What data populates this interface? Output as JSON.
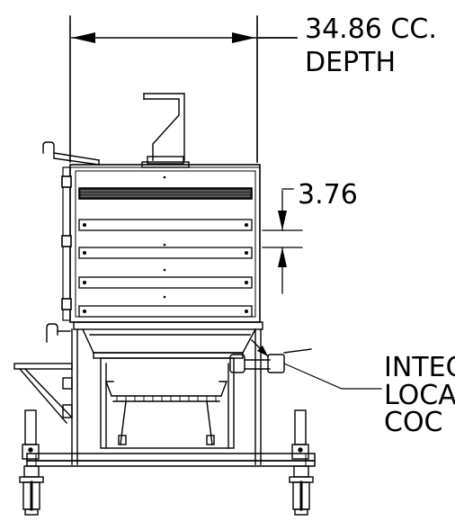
{
  "dimensions": {
    "depth_value": "34.86 CC.",
    "depth_label": "DEPTH",
    "gap_value": "3.76"
  },
  "callout": {
    "line1": "INTEC",
    "line2": "LOCA",
    "line3": "COC"
  }
}
